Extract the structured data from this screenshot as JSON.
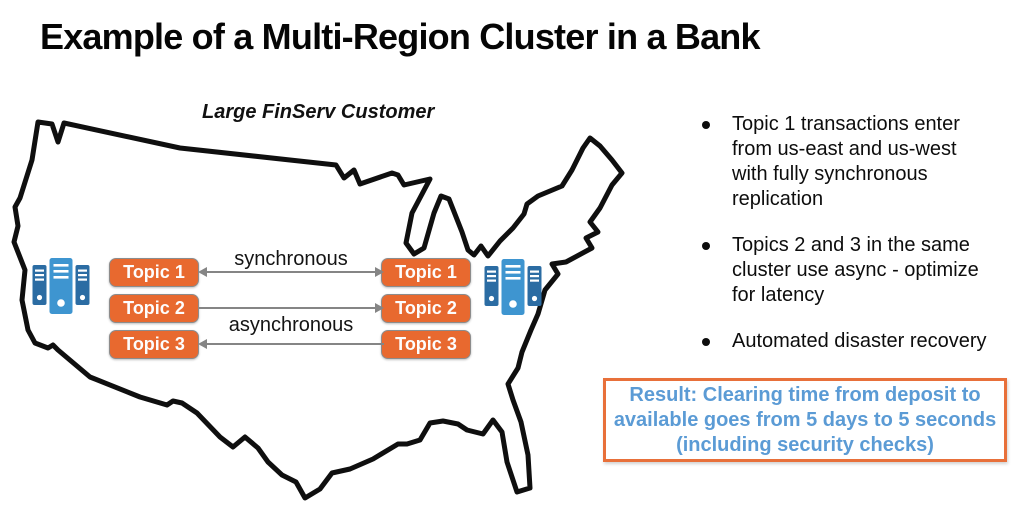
{
  "slide": {
    "title": "Example of a Multi-Region Cluster in a Bank"
  },
  "map": {
    "label": "Large FinServ Customer",
    "region": "United States outline",
    "outline_color": "#0f0f0f"
  },
  "cluster": {
    "west_topics": [
      "Topic 1",
      "Topic 2",
      "Topic 3"
    ],
    "east_topics": [
      "Topic 1",
      "Topic 2",
      "Topic 3"
    ],
    "arrow_labels": {
      "sync": "synchronous",
      "async": "asynchronous"
    },
    "arrows": [
      {
        "row": 1,
        "label": "synchronous",
        "direction": "bidirectional"
      },
      {
        "row": 2,
        "label": "",
        "direction": "west-to-east"
      },
      {
        "row": 3,
        "label": "asynchronous",
        "direction": "east-to-west"
      }
    ]
  },
  "bullets": [
    {
      "lines": [
        "Topic 1 transactions enter",
        "from us-east and us-west",
        "with fully synchronous",
        "replication"
      ]
    },
    {
      "lines": [
        "Topics 2 and 3 in the same",
        "cluster use async - optimize",
        "for latency"
      ]
    },
    {
      "lines": [
        "Automated disaster recovery"
      ]
    }
  ],
  "result": {
    "lines": [
      "Result: Clearing time from deposit to",
      "available goes from 5 days to 5 seconds",
      "(including security checks)"
    ]
  },
  "colors": {
    "topic_box_orange": "#E8692F",
    "topic_box_border": "#8c8c8c",
    "result_border_orange": "#E8703A",
    "result_text_blue": "#5B9BD5",
    "arrow_gray": "#858585",
    "server_blue_light": "#3E95D0",
    "server_blue_dark": "#2B6CA3",
    "text_black": "#0d0d0d"
  },
  "icons": {
    "server": "server-stack-icon",
    "bullet": "bullet-dot-icon"
  }
}
